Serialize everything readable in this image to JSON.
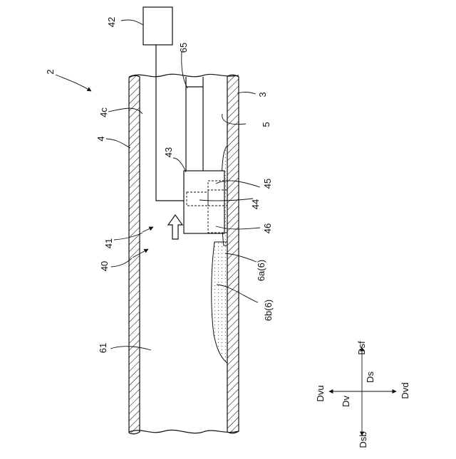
{
  "labels": {
    "ref_2": "2",
    "ref_3": "3",
    "ref_4": "4",
    "ref_4c": "4c",
    "ref_5": "5",
    "ref_40": "40",
    "ref_41": "41",
    "ref_42": "42",
    "ref_43": "43",
    "ref_44": "44",
    "ref_45": "45",
    "ref_46": "46",
    "ref_61": "61",
    "ref_65": "65",
    "ref_6a": "6a(6)",
    "ref_6b": "6b(6)"
  },
  "directions": {
    "dsf": "Dsf",
    "dsb": "Dsb",
    "dvu": "Dvu",
    "dvd": "Dvd",
    "ds": "Ds",
    "dv": "Dv"
  }
}
